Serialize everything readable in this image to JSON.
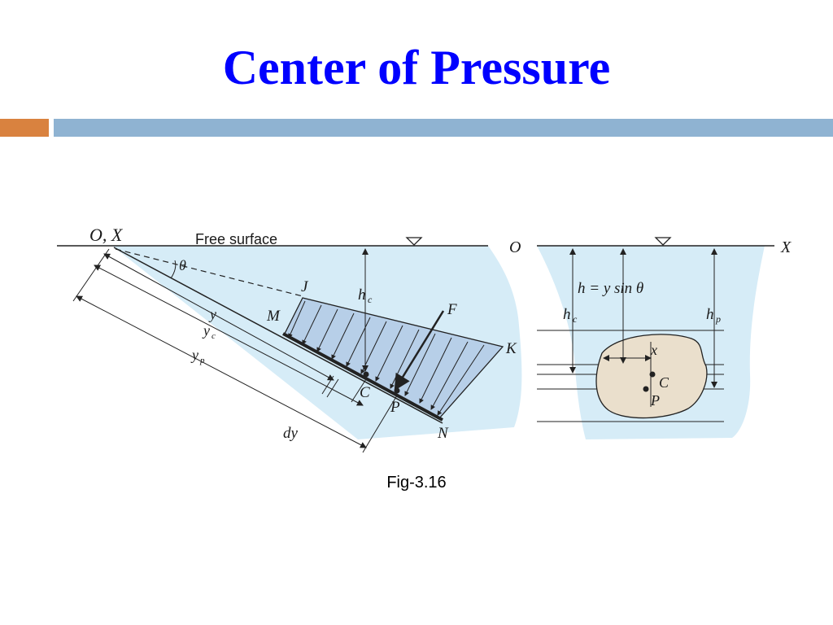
{
  "slide": {
    "title": "Center of Pressure",
    "caption": "Fig-3.16"
  },
  "figure": {
    "left_panel": {
      "origin_label": "O, X",
      "free_surface_label": "Free surface",
      "angle_label": "θ",
      "point_J": "J",
      "point_M": "M",
      "point_K": "K",
      "point_N": "N",
      "point_C": "C",
      "point_P": "P",
      "force_label": "F",
      "hc_label": "h",
      "hc_sub": "c",
      "y_label": "y",
      "yc_label": "y",
      "yc_sub": "c",
      "yp_label": "y",
      "yp_sub": "p",
      "dy_label": "dy"
    },
    "right_panel": {
      "O_label": "O",
      "X_label": "X",
      "h_formula": "h = y sin θ",
      "hc_label": "h",
      "hc_sub": "c",
      "hp_label": "h",
      "hp_sub": "p",
      "x_label": "x",
      "C_label": "C",
      "P_label": "P"
    },
    "colors": {
      "water": "#d6ecf7",
      "pressure_fill": "#b7cfe8",
      "line": "#222222",
      "plate_body": "#eadfcc"
    }
  }
}
